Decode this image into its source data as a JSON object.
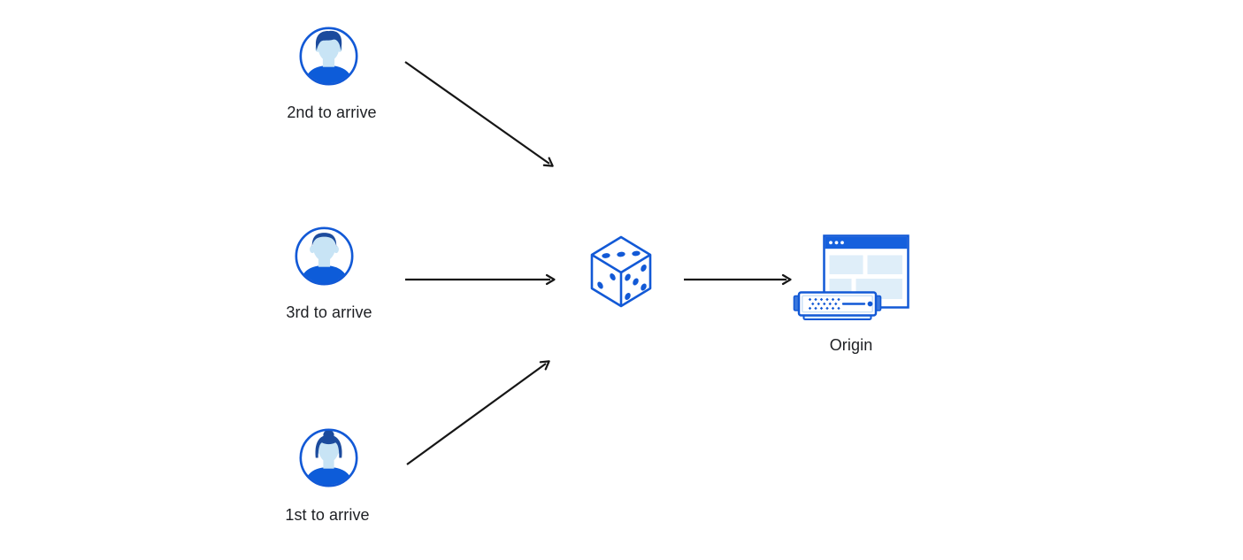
{
  "palette": {
    "background": "#ffffff",
    "outline_blue": "#1259d6",
    "titlebar_blue": "#1560dd",
    "shirt_blue": "#0d5cd9",
    "hair_navy": "#1c4b9d",
    "skin_light_blue": "#c8e4f5",
    "pane_light_blue": "#dfeef9",
    "server_base_blue": "#dcecfa",
    "arrow_black": "#161616",
    "label_text": "#1d1f23"
  },
  "nodes": {
    "second_user": {
      "label": "2nd to arrive",
      "icon": "man-avatar-icon"
    },
    "third_user": {
      "label": "3rd to arrive",
      "icon": "man-avatar-icon"
    },
    "first_user": {
      "label": "1st to arrive",
      "icon": "woman-avatar-icon"
    },
    "dice": {
      "icon": "dice-icon"
    },
    "origin": {
      "label": "Origin",
      "icon": "origin-website-and-server-icon"
    }
  },
  "arrows": [
    {
      "from": "second_user",
      "to": "dice"
    },
    {
      "from": "third_user",
      "to": "dice"
    },
    {
      "from": "first_user",
      "to": "dice"
    },
    {
      "from": "dice",
      "to": "origin"
    }
  ]
}
